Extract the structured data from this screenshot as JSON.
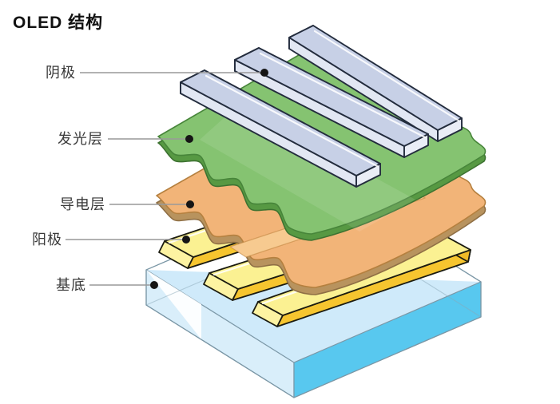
{
  "title": "OLED 结构",
  "layers": [
    {
      "id": "cathode",
      "label": "阴极",
      "color": "#c7d0e6"
    },
    {
      "id": "emitting-layer",
      "label": "发光层",
      "color": "#85c371"
    },
    {
      "id": "conductive-layer",
      "label": "导电层",
      "color": "#f2b478"
    },
    {
      "id": "anode",
      "label": "阳极",
      "color": "#fbf192"
    },
    {
      "id": "substrate",
      "label": "基底",
      "color": "#cfeafa"
    }
  ],
  "colors": {
    "background": "#ffffff",
    "title_text": "#111111",
    "label_text": "#3a3a3a",
    "leader_line": "#999999",
    "dot": "#151515"
  }
}
